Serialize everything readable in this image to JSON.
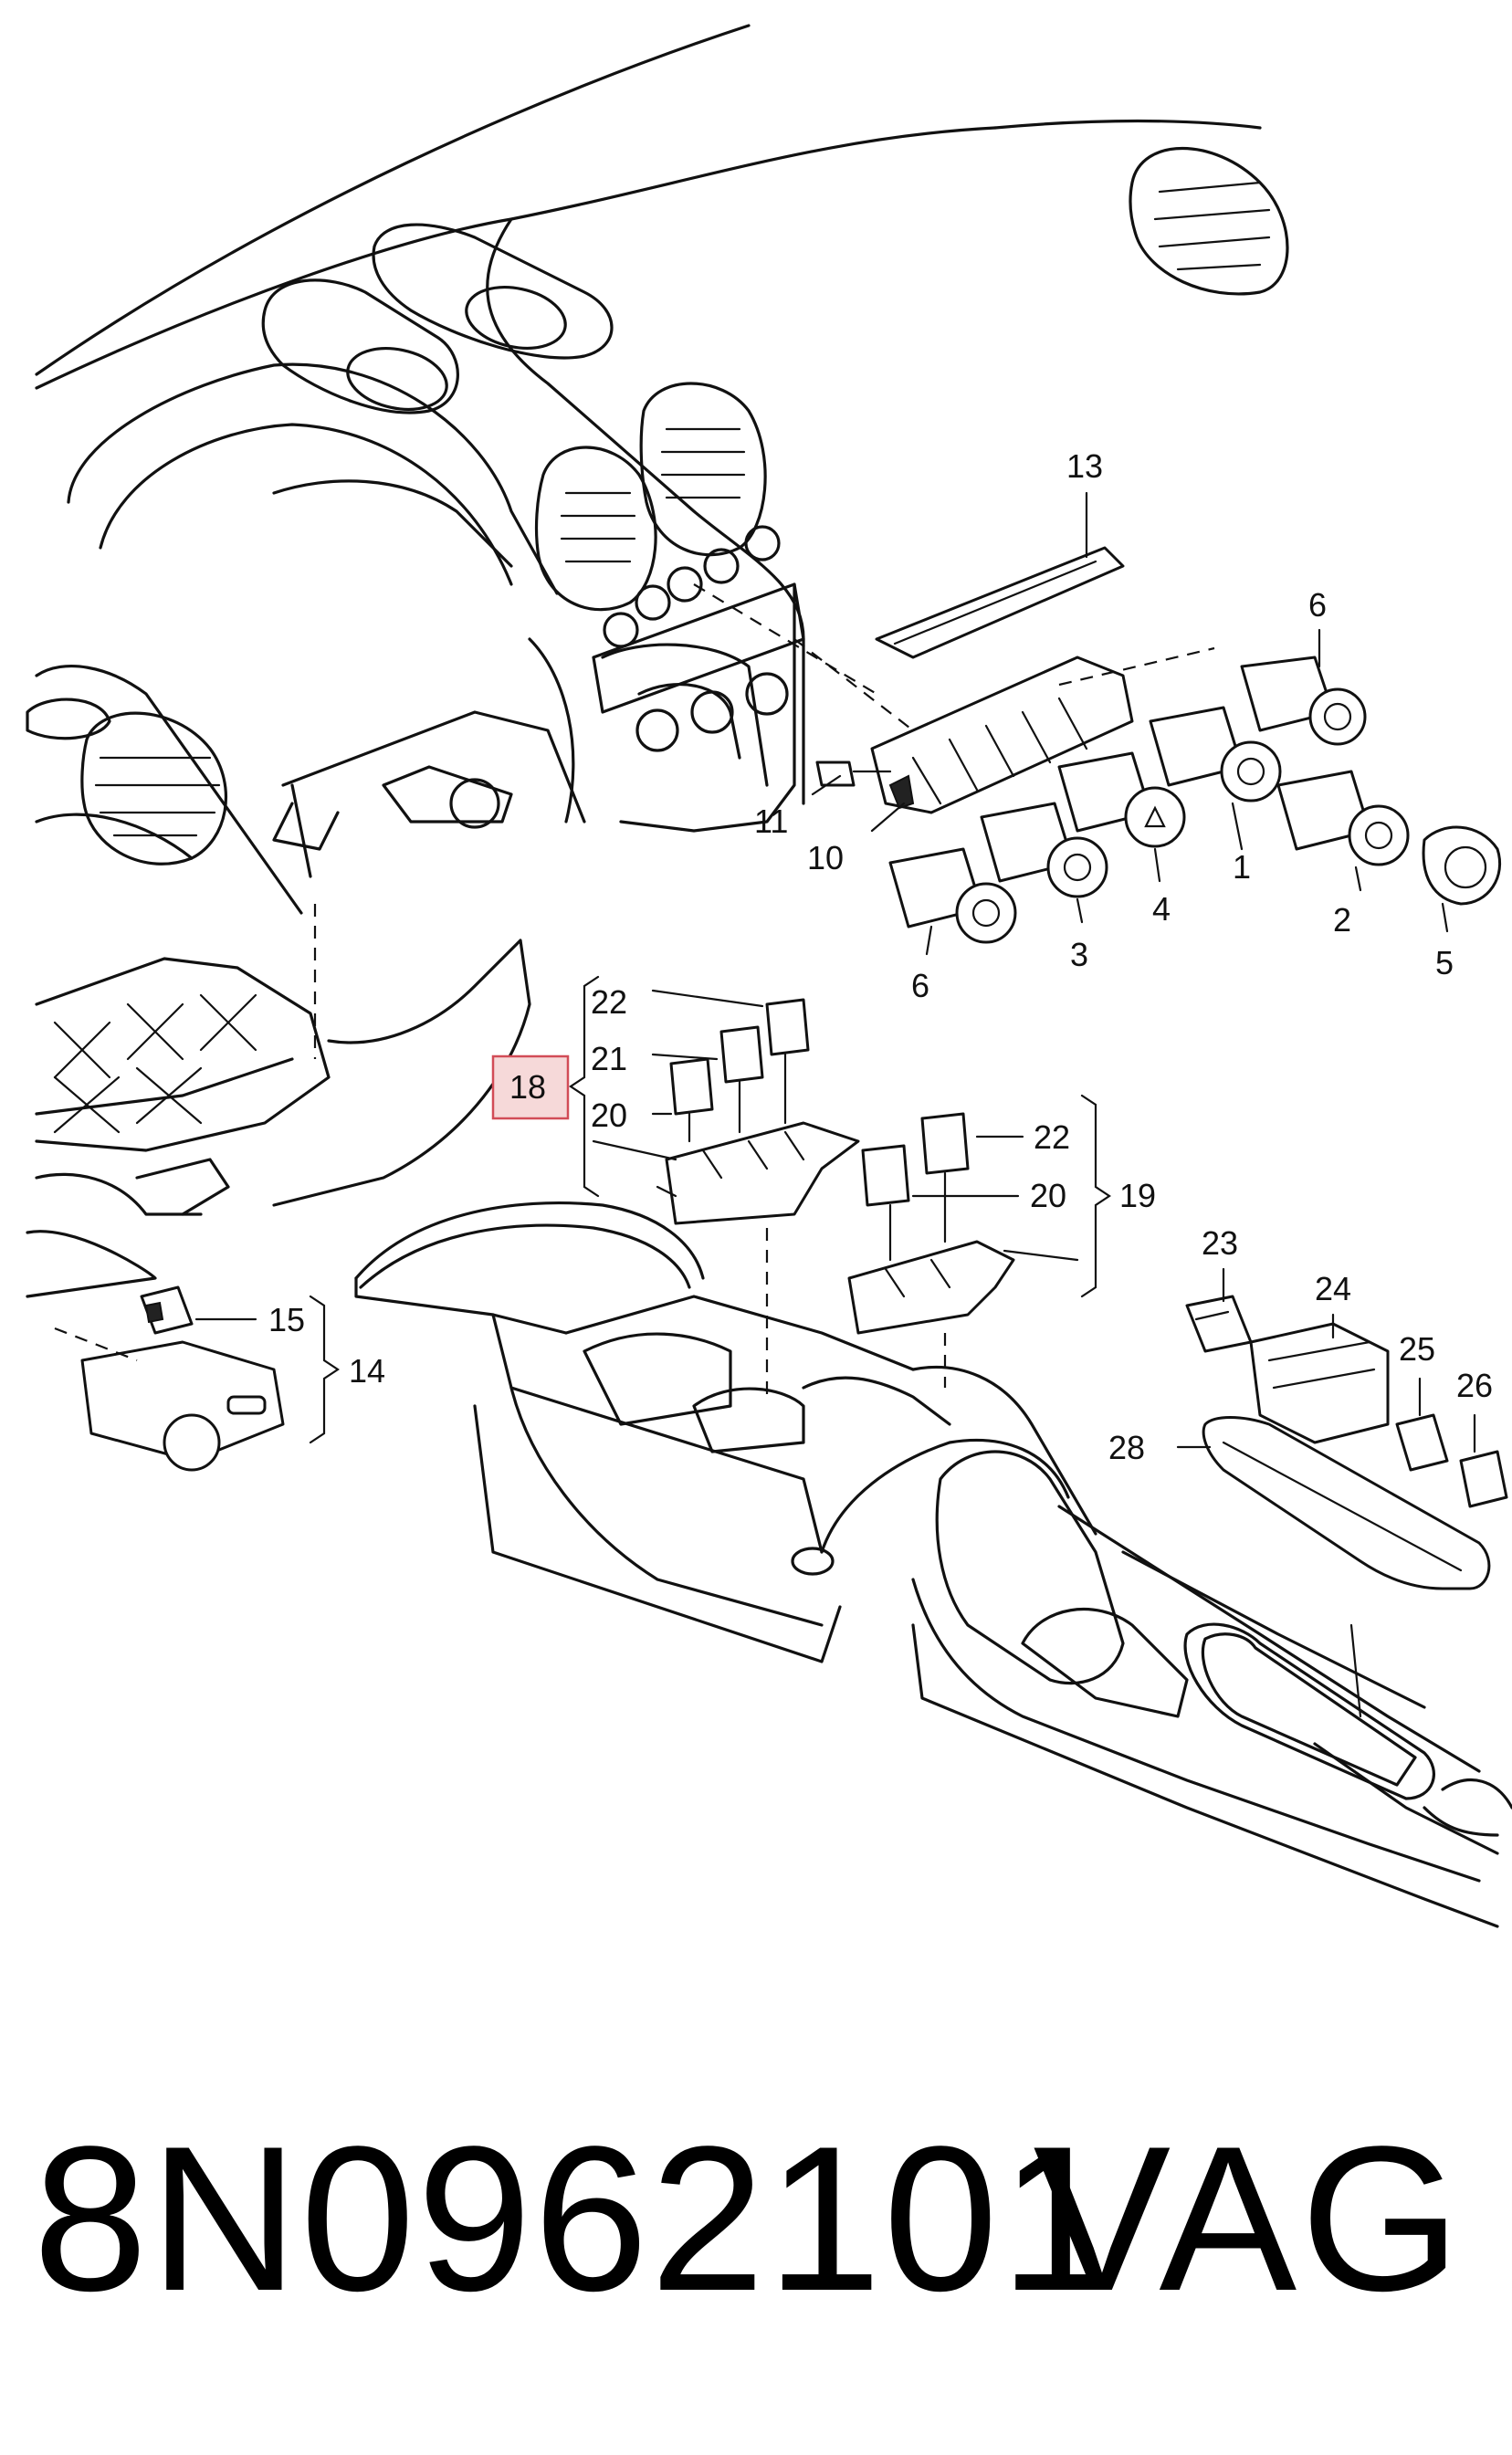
{
  "diagram": {
    "callouts": {
      "c1": "1",
      "c2": "2",
      "c3": "3",
      "c4": "4",
      "c5": "5",
      "c6": "6",
      "c10": "10",
      "c11": "11",
      "c13": "13",
      "c14": "14",
      "c15": "15",
      "c18": "18",
      "c19": "19",
      "c20": "20",
      "c21": "21",
      "c22": "22",
      "c23": "23",
      "c24": "24",
      "c25": "25",
      "c26": "26",
      "c28": "28"
    },
    "highlighted_callout": "18",
    "highlight_color": "#d24c57"
  },
  "footer": {
    "part_number": "8N0962101",
    "brand": "VAG"
  }
}
